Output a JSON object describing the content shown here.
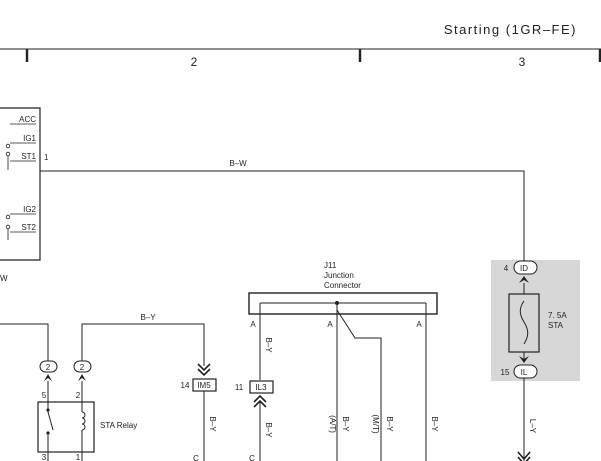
{
  "header": {
    "title": "Starting (1GR–FE)"
  },
  "columns": {
    "c2": "2",
    "c3": "3"
  },
  "switch": {
    "acc": "ACC",
    "ig1": "IG1",
    "st1": "ST1",
    "ig2": "IG2",
    "st2": "ST2",
    "pin_st1": "1",
    "edge_letter": "W"
  },
  "wires": {
    "bw": "B–W",
    "by_top": "B–Y",
    "by_v1": "B–Y",
    "by_v2": "B–Y",
    "by_v3": "B–Y",
    "by_v4": "B–Y",
    "by_v5": "B–Y",
    "by_v6": "B–Y",
    "at": "(A/T)",
    "mt": "(M/T)",
    "ly": "L–Y",
    "c_left": "C",
    "c_right": "C"
  },
  "junction": {
    "id": "J11",
    "line1": "Junction",
    "line2": "Connector",
    "a1": "A",
    "a2": "A",
    "a3": "A"
  },
  "relay": {
    "label": "STA Relay",
    "conn_left": "2",
    "conn_right": "2",
    "pin5": "5",
    "pin2": "2",
    "pin3": "3",
    "pin1": "1"
  },
  "connectors": {
    "im5_pin": "14",
    "im5": "IM5",
    "il3_pin": "11",
    "il3": "IL3",
    "id_pin": "4",
    "id": "ID",
    "il_pin": "15",
    "il": "IL"
  },
  "fuse": {
    "rating": "7. 5A",
    "name": "STA"
  }
}
